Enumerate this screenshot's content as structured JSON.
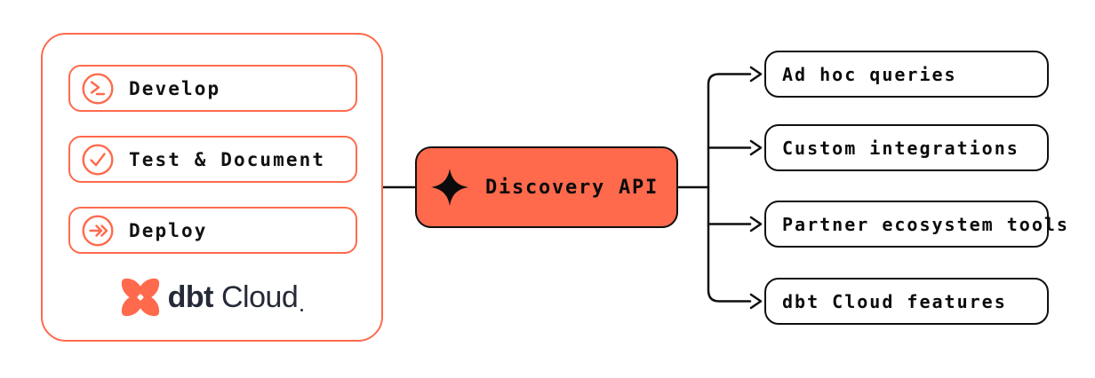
{
  "colors": {
    "coral": "#FF6A4C",
    "line_black": "#0F0F0F",
    "logo_navy": "#262A38",
    "background": "#FFFFFF"
  },
  "source_group": {
    "steps": [
      {
        "label": "Develop",
        "icon": "terminal-prompt-icon"
      },
      {
        "label": "Test & Document",
        "icon": "check-circle-icon"
      },
      {
        "label": "Deploy",
        "icon": "double-chevron-arrow-icon"
      }
    ],
    "logo": {
      "brand": "dbt",
      "product": "Cloud"
    }
  },
  "hub": {
    "label": "Discovery API",
    "icon": "sparkle-icon"
  },
  "consumers": [
    {
      "label": "Ad hoc queries"
    },
    {
      "label": "Custom integrations"
    },
    {
      "label": "Partner ecosystem tools"
    },
    {
      "label": "dbt Cloud features"
    }
  ]
}
